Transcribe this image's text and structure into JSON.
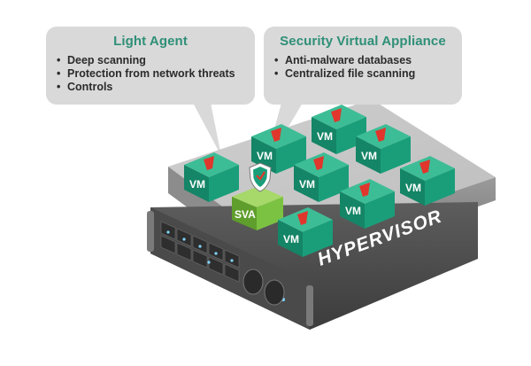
{
  "light_agent": {
    "title": "Light Agent",
    "items": [
      "Deep scanning",
      "Protection from network threats",
      "Controls"
    ]
  },
  "sva_callout": {
    "title": "Security Virtual Appliance",
    "items": [
      "Anti-malware databases",
      "Centralized file scanning"
    ]
  },
  "labels": {
    "vm": "VM",
    "sva": "SVA",
    "hypervisor": "HYPERVISOR"
  },
  "colors": {
    "vm_green": "#1a9e7a",
    "sva_green": "#7cc242",
    "accent_red": "#e0362c",
    "title_teal": "#2f8f77",
    "callout_gray": "#d9d9d9"
  }
}
